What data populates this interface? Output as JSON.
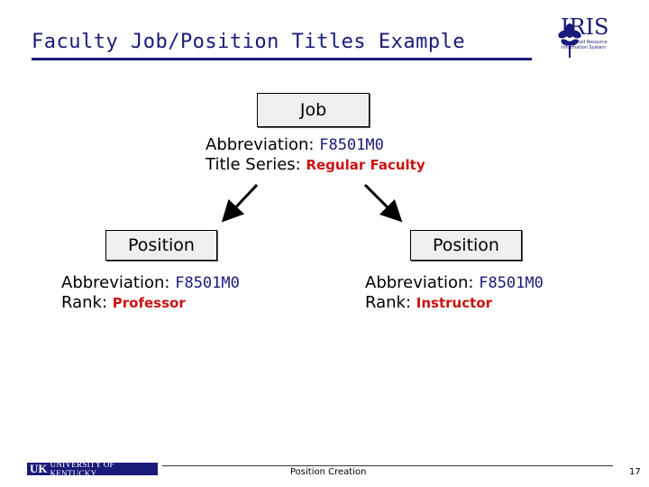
{
  "header": {
    "title": "Faculty Job/Position Titles Example"
  },
  "logo": {
    "brand": "IRIS",
    "tagline": "Integrated Resource Information System"
  },
  "job": {
    "label": "Job",
    "abbr_label": "Abbreviation:",
    "abbr_value": "F8501M0",
    "series_label": "Title Series:",
    "series_value": "Regular Faculty"
  },
  "positions": [
    {
      "label": "Position",
      "abbr_label": "Abbreviation:",
      "abbr_value": "F8501M0",
      "rank_label": "Rank:",
      "rank_value": "Professor"
    },
    {
      "label": "Position",
      "abbr_label": "Abbreviation:",
      "abbr_value": "F8501M0",
      "rank_label": "Rank:",
      "rank_value": "Instructor"
    }
  ],
  "footer": {
    "uk": "UK",
    "university": "UNIVERSITY OF KENTUCKY",
    "center": "Position Creation",
    "page": "17"
  },
  "colors": {
    "title": "#1a1a7a",
    "accent": "#cc1111",
    "box": "#efefef"
  }
}
